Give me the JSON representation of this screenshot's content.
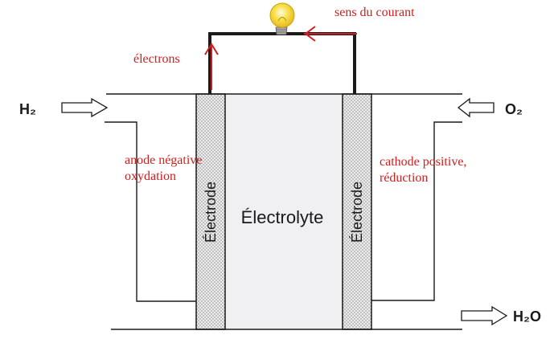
{
  "labels": {
    "h2": "H₂",
    "o2": "O₂",
    "h2o": "H₂O",
    "electrolyte": "Électrolyte",
    "electrode_left": "Électrode",
    "electrode_right": "Électrode",
    "current_direction": "sens du courant",
    "electrons": "électrons",
    "anode_line1": "anode négative",
    "anode_line2": "oxydation",
    "cathode_line1": "cathode positive,",
    "cathode_line2": "réduction"
  },
  "colors": {
    "annotation": "#cc2020",
    "line": "#1a1a1a",
    "electrode_fill": "#ececec",
    "electrolyte_fill": "#f0f0f2",
    "bulb": "#f5d330"
  },
  "icons": {
    "bulb": "light-bulb-icon",
    "inlet_h2": "arrow-right-hollow-icon",
    "inlet_o2": "arrow-left-hollow-icon",
    "outlet_h2o": "arrow-right-hollow-icon"
  }
}
